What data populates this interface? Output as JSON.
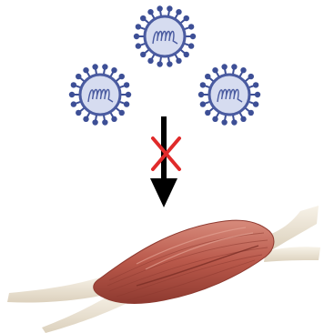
{
  "figure": {
    "viruses": [
      {
        "name": "virus-particle-top",
        "icon": "virus-icon"
      },
      {
        "name": "virus-particle-left",
        "icon": "virus-icon"
      },
      {
        "name": "virus-particle-right",
        "icon": "virus-icon"
      }
    ],
    "blocked_arrow": {
      "icon": "arrow-down-icon",
      "cross_icon": "cross-icon"
    },
    "tissue": {
      "icon": "muscle-icon"
    },
    "colors": {
      "capsid_fill": "#d6dcf0",
      "capsid_stroke": "#4a5ba0",
      "spike": "#3d4f96",
      "genome": "#4a5ba0",
      "arrow": "#000000",
      "cross": "#e02a2a",
      "muscle_main": "#b9584a",
      "muscle_dark": "#8e3a30",
      "muscle_light": "#d78b7c",
      "tendon": "#efe6d6"
    }
  }
}
